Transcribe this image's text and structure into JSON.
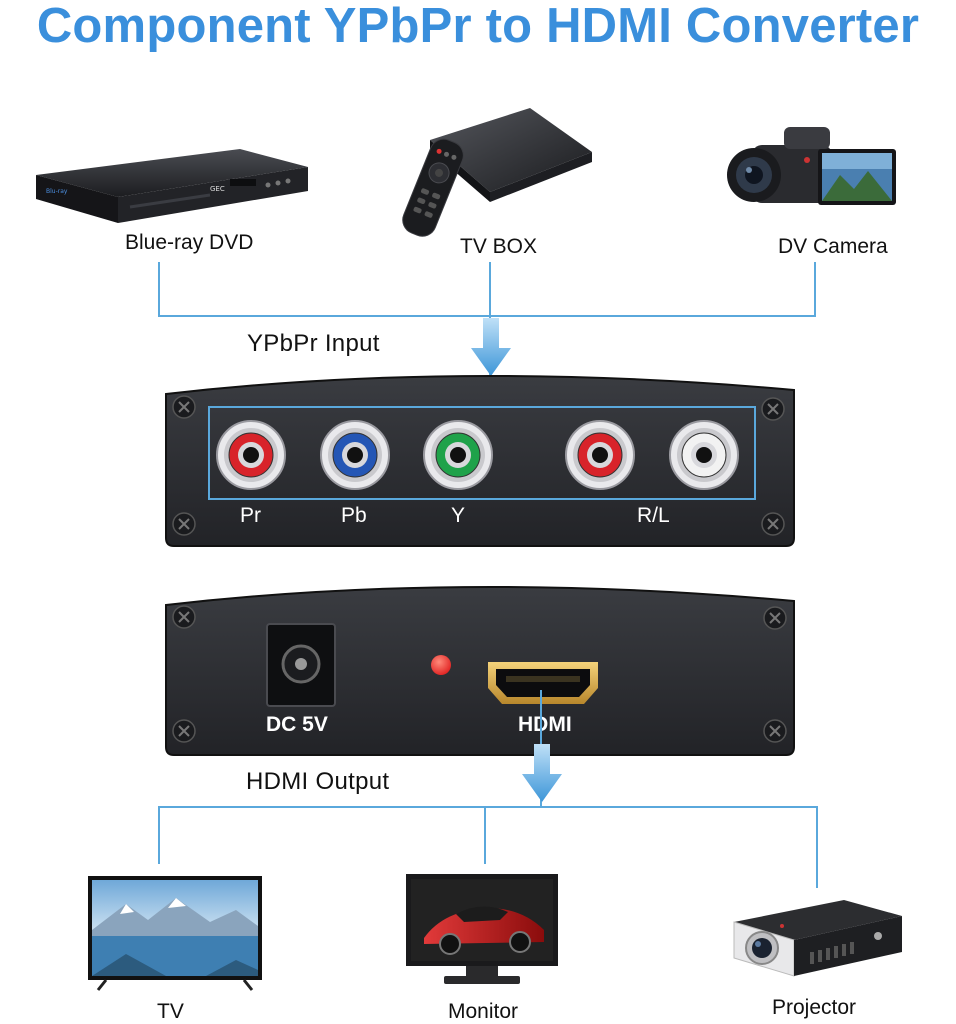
{
  "title": "Component YPbPr to HDMI Converter",
  "sources": [
    {
      "label": "Blue-ray DVD",
      "icon": "bluray-player-icon"
    },
    {
      "label": "TV BOX",
      "icon": "tv-box-icon"
    },
    {
      "label": "DV Camera",
      "icon": "camcorder-icon"
    }
  ],
  "input": {
    "section_label": "YPbPr Input",
    "ports": [
      {
        "label": "Pr",
        "color": "#d8232a"
      },
      {
        "label": "Pb",
        "color": "#2456b5"
      },
      {
        "label": "Y",
        "color": "#1fa24a"
      },
      {
        "label": "",
        "color": "#d8232a"
      },
      {
        "label": "R/L",
        "color": "#f2f2f2"
      }
    ]
  },
  "output_panel": {
    "dc_label": "DC 5V",
    "hdmi_label": "HDMI",
    "led_color": "#e02020"
  },
  "output": {
    "section_label": "HDMI Output"
  },
  "displays": [
    {
      "label": "TV",
      "icon": "tv-icon"
    },
    {
      "label": "Monitor",
      "icon": "monitor-icon"
    },
    {
      "label": "Projector",
      "icon": "projector-icon"
    }
  ],
  "colors": {
    "accent": "#3a8fdc",
    "wire": "#5aa8dc",
    "panel": "#2b2d31"
  }
}
